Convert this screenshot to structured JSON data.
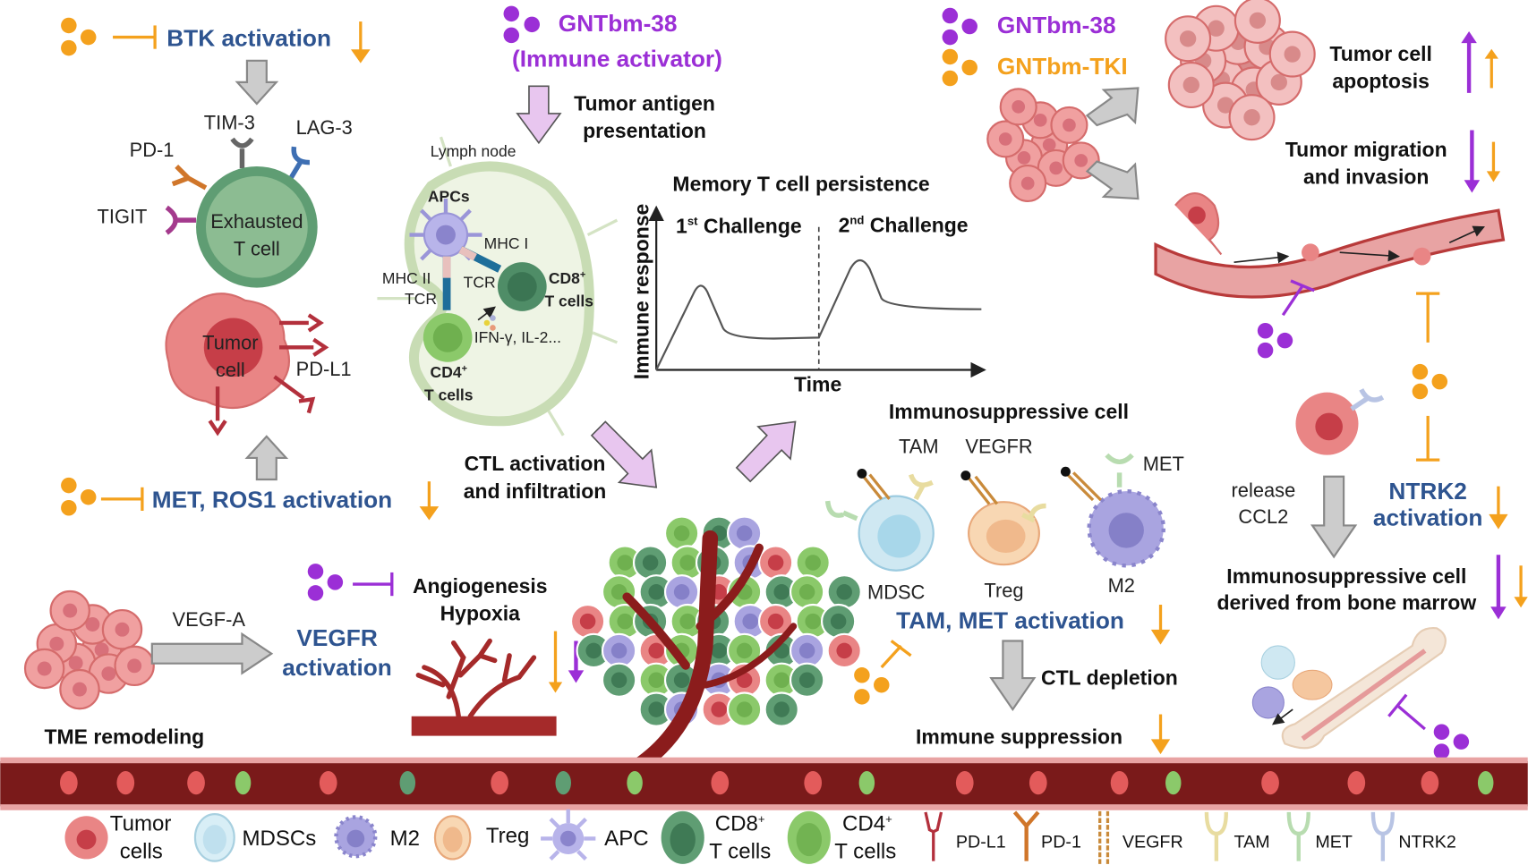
{
  "colors": {
    "blue_label": "#2e5490",
    "purple_drug": "#9b2fd6",
    "orange_drug": "#f4a11d",
    "vessel": "#7a1a1a",
    "tumor": "#e57b7b"
  },
  "btk": {
    "label": "BTK activation"
  },
  "exhausted": {
    "tim3": "TIM-3",
    "lag3": "LAG-3",
    "pd1": "PD-1",
    "tigit": "TIGIT",
    "line1": "Exhausted",
    "line2": "T cell"
  },
  "tumor_cell": {
    "line1": "Tumor",
    "line2": "cell",
    "pdl1": "PD-L1"
  },
  "met_ros1": {
    "label": "MET, ROS1 activation"
  },
  "activator": {
    "name": "GNTbm-38",
    "desc": "(Immune activator)",
    "step1": "Tumor antigen",
    "step2": "presentation"
  },
  "lymph": {
    "title": "Lymph node",
    "apcs": "APCs",
    "mhc1": "MHC I",
    "mhc2": "MHC II",
    "tcr_left": "TCR",
    "tcr_mid": "TCR",
    "cd8": "CD8",
    "cd8_sup": "+",
    "cd8_line2": "T cells",
    "cd4": "CD4",
    "cd4_sup": "+",
    "cd4_line2": "T cells",
    "cytokines": "IFN-γ, IL-2..."
  },
  "memory_chart": {
    "title": "Memory T cell persistence",
    "ylabel": "Immune response",
    "xlabel": "Time",
    "first_num": "1",
    "first_sup": "st",
    "first_text": " Challenge",
    "second_num": "2",
    "second_sup": "nd",
    "second_text": " Challenge"
  },
  "ctl": {
    "line1": "CTL activation",
    "line2": "and infiltration"
  },
  "right_top": {
    "drug1": "GNTbm-38",
    "drug2": "GNTbm-TKI",
    "apoptosis1": "Tumor cell",
    "apoptosis2": "apoptosis",
    "migration1": "Tumor migration",
    "migration2": "and invasion"
  },
  "ntrk": {
    "release1": "release",
    "release2": "CCL2",
    "act1": "NTRK2",
    "act2": "activation",
    "bm1": "Immunosuppressive cell",
    "bm2": "derived from bone marrow"
  },
  "immunosuppressive": {
    "title": "Immunosuppressive cell",
    "tam": "TAM",
    "vegfr": "VEGFR",
    "met": "MET",
    "mdsc": "MDSC",
    "treg": "Treg",
    "m2": "M2",
    "activation": "TAM, MET activation",
    "depletion": "CTL depletion",
    "suppression": "Immune suppression"
  },
  "tme": {
    "vegfa": "VEGF-A",
    "vegfr1": "VEGFR",
    "vegfr2": "activation",
    "remodel": "TME remodeling",
    "angio1": "Angiogenesis",
    "angio2": "Hypoxia"
  },
  "legend": {
    "tumor1": "Tumor",
    "tumor2": "cells",
    "mdscs": "MDSCs",
    "m2": "M2",
    "treg": "Treg",
    "apc": "APC",
    "cd8": "CD8",
    "cd8_sup": "+",
    "cd8_2": "T cells",
    "cd4": "CD4",
    "cd4_sup": "+",
    "cd4_2": "T cells",
    "pdl1": "PD-L1",
    "pd1": "PD-1",
    "vegfr": "VEGFR",
    "tam": "TAM",
    "met": "MET",
    "ntrk2": "NTRK2"
  }
}
